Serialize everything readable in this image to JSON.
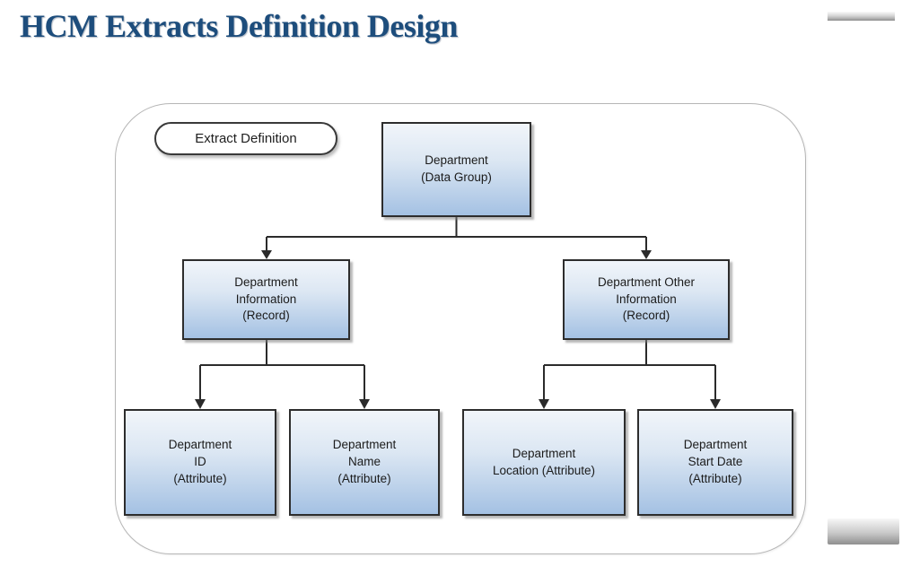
{
  "page": {
    "title": "HCM Extracts Definition Design"
  },
  "diagram": {
    "legend_label": "Extract Definition",
    "nodes": [
      {
        "id": "department",
        "type": "Data Group",
        "label": "Department\n(Data Group)"
      },
      {
        "id": "department-information",
        "type": "Record",
        "label": "Department\nInformation\n(Record)"
      },
      {
        "id": "department-other-information",
        "type": "Record",
        "label": "Department Other\nInformation\n(Record)"
      },
      {
        "id": "department-id",
        "type": "Attribute",
        "label": "Department\nID\n(Attribute)"
      },
      {
        "id": "department-name",
        "type": "Attribute",
        "label": "Department\nName\n(Attribute)"
      },
      {
        "id": "department-location",
        "type": "Attribute",
        "label": "Department\nLocation (Attribute)"
      },
      {
        "id": "department-start-date",
        "type": "Attribute",
        "label": "Department\nStart Date\n(Attribute)"
      }
    ],
    "edges": [
      {
        "from": "department",
        "to": "department-information"
      },
      {
        "from": "department",
        "to": "department-other-information"
      },
      {
        "from": "department-information",
        "to": "department-id"
      },
      {
        "from": "department-information",
        "to": "department-name"
      },
      {
        "from": "department-other-information",
        "to": "department-location"
      },
      {
        "from": "department-other-information",
        "to": "department-start-date"
      }
    ],
    "colors": {
      "title_text": "#1d4d7c",
      "node_fill_top": "#f1f5fa",
      "node_fill_bottom": "#a4c1e3",
      "node_border": "#2d2d2d",
      "connector": "#2b2b2b",
      "frame_border": "#b6b6b6"
    }
  }
}
